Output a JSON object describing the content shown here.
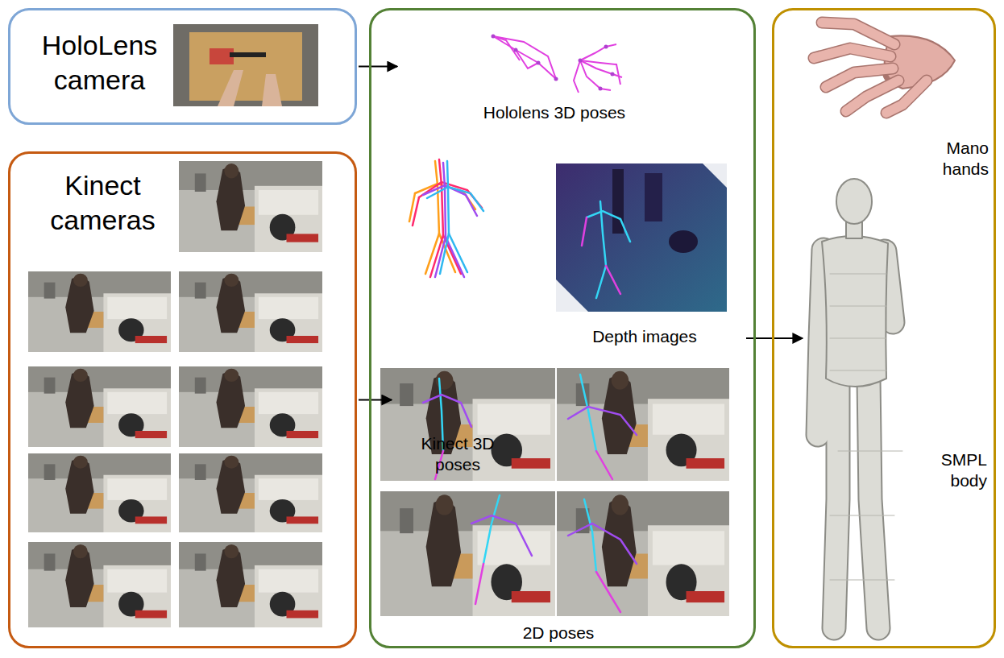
{
  "diagram": {
    "nodes": [
      {
        "text": [
          "HoloLens camera"
        ]
      },
      {
        "text": [
          "Kinect cameras"
        ]
      },
      {
        "text": [
          "Hololens 3D poses",
          "Kinect 3D poses",
          "Depth images",
          "2D poses"
        ]
      },
      {
        "text": [
          "Mano hands",
          "SMPL body"
        ]
      }
    ],
    "edges": [
      {
        "from": 0,
        "to": 2,
        "arrow": "to"
      },
      {
        "from": 1,
        "to": 2,
        "arrow": "to"
      },
      {
        "from": 2,
        "to": 3,
        "arrow": "to"
      }
    ]
  }
}
